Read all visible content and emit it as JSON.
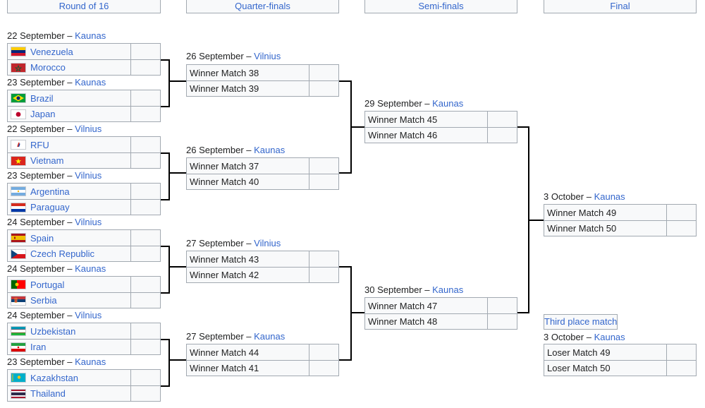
{
  "headers": {
    "r16": "Round of 16",
    "qf": "Quarter-finals",
    "sf": "Semi-finals",
    "final": "Final",
    "third": "Third place match"
  },
  "r16": [
    {
      "date": "22 September",
      "venue": "Kaunas",
      "t1": "Venezuela",
      "f1": "venezuela",
      "t2": "Morocco",
      "f2": "morocco"
    },
    {
      "date": "23 September",
      "venue": "Kaunas",
      "t1": "Brazil",
      "f1": "brazil",
      "t2": "Japan",
      "f2": "japan"
    },
    {
      "date": "22 September",
      "venue": "Vilnius",
      "t1": "RFU",
      "f1": "rfu",
      "t2": "Vietnam",
      "f2": "vietnam"
    },
    {
      "date": "23 September",
      "venue": "Vilnius",
      "t1": "Argentina",
      "f1": "argentina",
      "t2": "Paraguay",
      "f2": "paraguay"
    },
    {
      "date": "24 September",
      "venue": "Vilnius",
      "t1": "Spain",
      "f1": "spain",
      "t2": "Czech Republic",
      "f2": "czech"
    },
    {
      "date": "24 September",
      "venue": "Kaunas",
      "t1": "Portugal",
      "f1": "portugal",
      "t2": "Serbia",
      "f2": "serbia"
    },
    {
      "date": "24 September",
      "venue": "Vilnius",
      "t1": "Uzbekistan",
      "f1": "uzbekistan",
      "t2": "Iran",
      "f2": "iran"
    },
    {
      "date": "23 September",
      "venue": "Kaunas",
      "t1": "Kazakhstan",
      "f1": "kazakhstan",
      "t2": "Thailand",
      "f2": "thailand"
    }
  ],
  "qf": [
    {
      "date": "26 September",
      "venue": "Vilnius",
      "t1": "Winner Match 38",
      "t2": "Winner Match 39"
    },
    {
      "date": "26 September",
      "venue": "Kaunas",
      "t1": "Winner Match 37",
      "t2": "Winner Match 40"
    },
    {
      "date": "27 September",
      "venue": "Vilnius",
      "t1": "Winner Match 43",
      "t2": "Winner Match 42"
    },
    {
      "date": "27 September",
      "venue": "Kaunas",
      "t1": "Winner Match 44",
      "t2": "Winner Match 41"
    }
  ],
  "sf": [
    {
      "date": "29 September",
      "venue": "Kaunas",
      "t1": "Winner Match 45",
      "t2": "Winner Match 46"
    },
    {
      "date": "30 September",
      "venue": "Kaunas",
      "t1": "Winner Match 47",
      "t2": "Winner Match 48"
    }
  ],
  "final": {
    "date": "3 October",
    "venue": "Kaunas",
    "t1": "Winner Match 49",
    "t2": "Winner Match 50"
  },
  "third": {
    "date": "3 October",
    "venue": "Kaunas",
    "t1": "Loser Match 49",
    "t2": "Loser Match 50"
  },
  "date_separator": " – ",
  "colors": {
    "link": "#3366cc",
    "border": "#a2a9b1",
    "cell_bg": "#f8f9fa",
    "line": "#000000"
  }
}
